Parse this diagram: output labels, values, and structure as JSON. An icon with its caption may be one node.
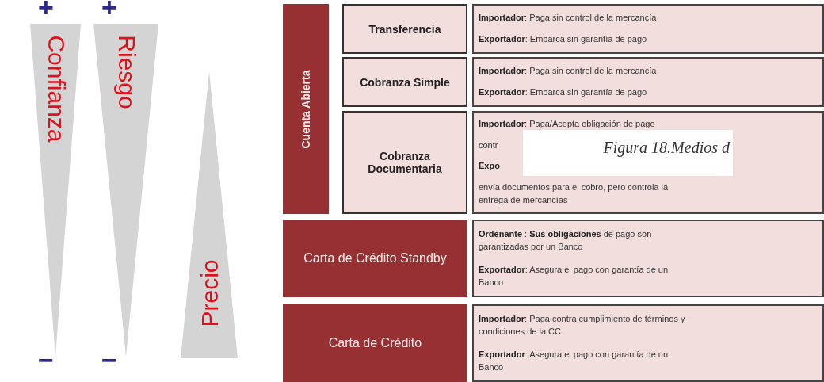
{
  "diagram": {
    "caption": "Figura 18.Medios d",
    "nodes": [
      {
        "text": [
          "Confianza"
        ]
      },
      {
        "text": [
          "Riesgo"
        ]
      },
      {
        "text": [
          "Precio"
        ]
      },
      {
        "text": [
          "Cuenta Abierta"
        ]
      },
      {
        "text": [
          "Transferencia"
        ]
      },
      {
        "text": [
          "**Importador**: Paga sin control de la mercancía",
          "**Exportador**: Embarca sin garantía de pago"
        ]
      },
      {
        "text": [
          "Cobranza Simple"
        ]
      },
      {
        "text": [
          "**Importador**: Paga sin control de la mercancía",
          "**Exportador**: Embarca sin garantía de pago"
        ]
      },
      {
        "text": [
          "Cobranza Documentaria"
        ]
      },
      {
        "text": [
          "**Importador**: Paga/Acepta obligación de pago",
          "contr",
          "**Expo**",
          "envía documentos para el cobro, pero controla la entrega de mercancías"
        ]
      },
      {
        "text": [
          "Carta de Crédito Standby"
        ]
      },
      {
        "text": [
          "**Ordenante** : **Sus obligaciones** de pago son garantizadas por un Banco",
          "**Exportador**: Asegura el pago con garantía de un Banco"
        ]
      },
      {
        "text": [
          "Carta de Crédito"
        ]
      },
      {
        "text": [
          "**Importador**: Paga contra cumplimiento de términos y condiciones de la CC",
          "**Exportador**: Asegura el pago con garantía de un Banco"
        ]
      }
    ],
    "edges": [],
    "labels": [
      "+",
      "+",
      "−",
      "−"
    ]
  }
}
